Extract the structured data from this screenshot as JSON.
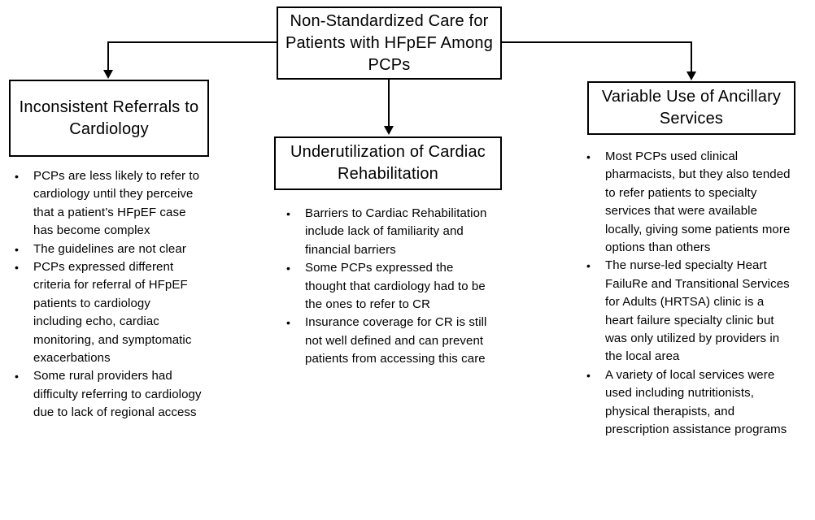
{
  "diagram": {
    "root": {
      "title": "Non-Standardized Care for Patients with HFpEF Among PCPs"
    },
    "branches": [
      {
        "title": "Inconsistent Referrals to Cardiology",
        "bullets": [
          "PCPs are less likely to refer to cardiology until they perceive that a patient’s HFpEF case has become complex",
          "The guidelines are not clear",
          "PCPs expressed different criteria for referral of HFpEF patients to cardiology including echo, cardiac monitoring, and symptomatic exacerbations",
          "Some rural providers had difficulty referring to cardiology due to lack of regional access"
        ]
      },
      {
        "title": "Underutilization of Cardiac Rehabilitation",
        "bullets": [
          "Barriers to Cardiac Rehabilitation include lack of familiarity and financial barriers",
          "Some PCPs expressed the thought that cardiology had to be the ones to refer to CR",
          "Insurance coverage for CR is still not well defined and can prevent patients from accessing this care"
        ]
      },
      {
        "title": "Variable Use of Ancillary Services",
        "bullets": [
          "Most PCPs used clinical pharmacists, but they also tended to refer patients to specialty services that were available locally, giving some patients more options than others",
          "The nurse-led specialty Heart FailuRe and Transitional Services for Adults (HRTSA) clinic is a heart failure specialty clinic but was only utilized by providers in the local area",
          "A variety of local services were used including nutritionists, physical therapists, and prescription assistance programs"
        ]
      }
    ],
    "colors": {
      "border": "#000000",
      "text": "#000000",
      "background": "#ffffff"
    }
  }
}
